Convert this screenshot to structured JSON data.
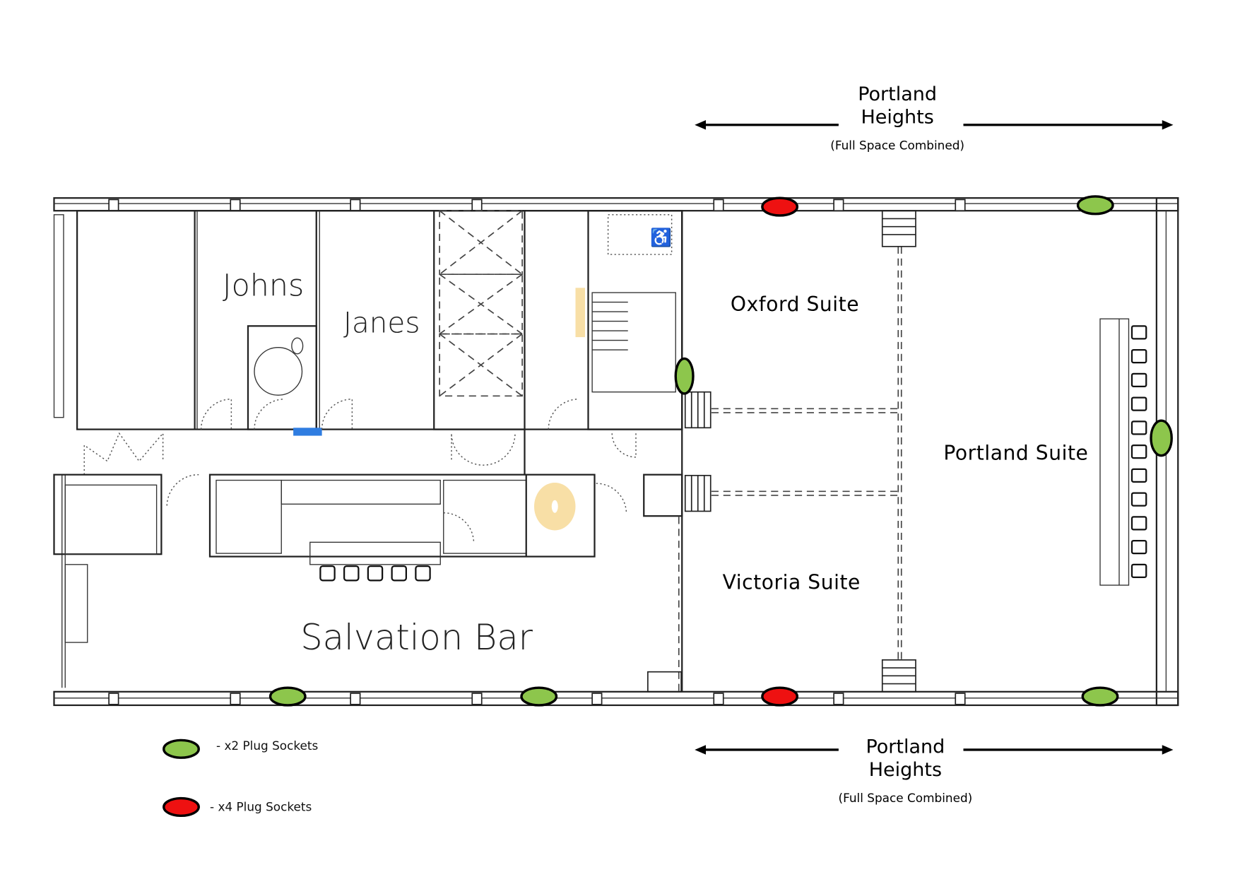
{
  "colors": {
    "socket_x2": "#8dc64c",
    "socket_x4": "#ee1111",
    "highlight_blue": "#2f7de1",
    "highlight_tan": "#f8dfa6"
  },
  "header_top": {
    "title_line1": "Portland",
    "title_line2": "Heights",
    "subtitle": "(Full Space Combined)"
  },
  "header_bottom": {
    "title_line1": "Portland",
    "title_line2": "Heights",
    "subtitle": "(Full Space Combined)"
  },
  "rooms": {
    "johns": "Johns",
    "janes": "Janes",
    "salvation_bar": "Salvation Bar",
    "oxford_suite": "Oxford Suite",
    "victoria_suite": "Victoria Suite",
    "portland_suite": "Portland Suite"
  },
  "legend": [
    {
      "type": "green-socket",
      "label": "- x2 Plug Sockets"
    },
    {
      "type": "red-socket",
      "label": "- x4 Plug Sockets"
    }
  ]
}
